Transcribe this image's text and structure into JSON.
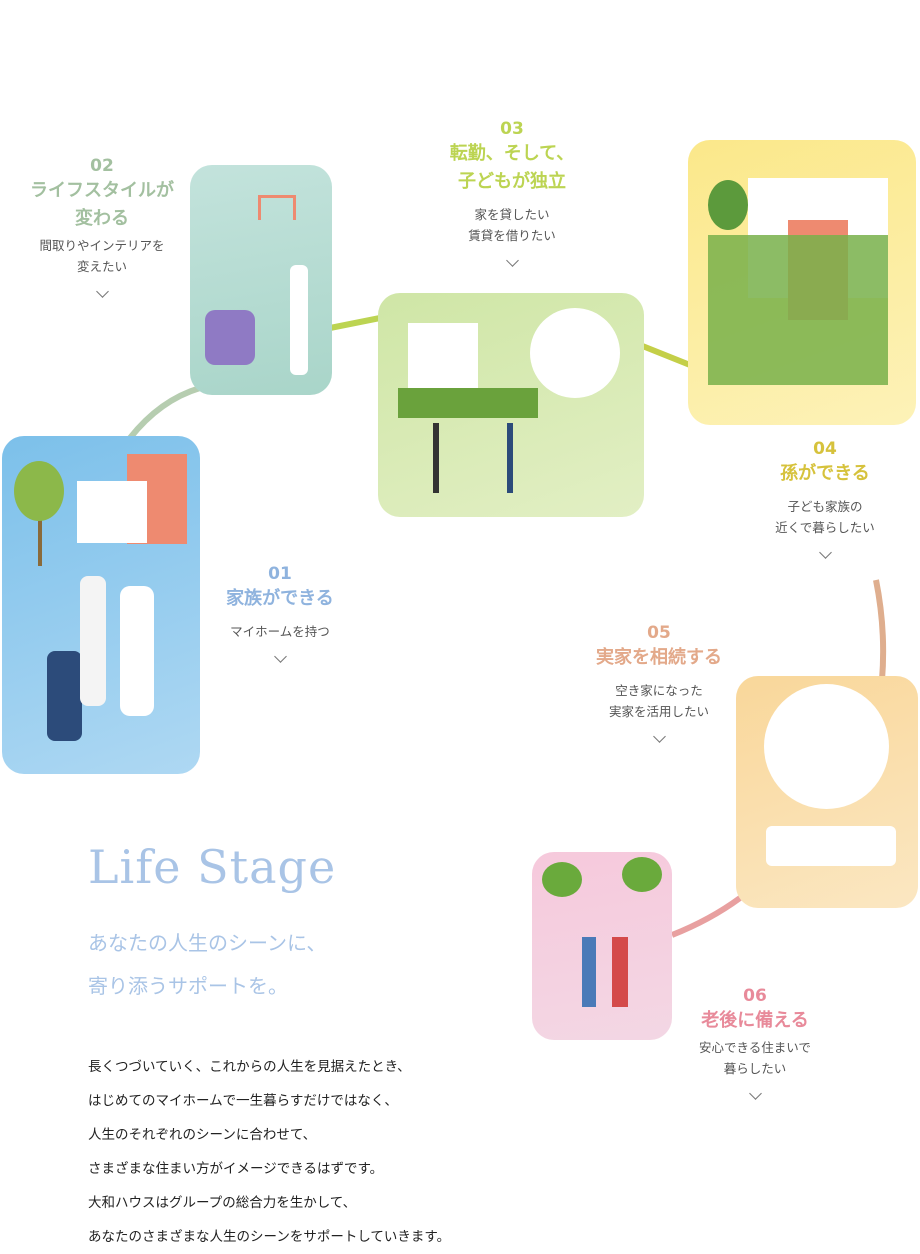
{
  "section": {
    "title": "Life Stage",
    "subtitle": [
      "あなたの人生のシーンに、",
      "寄り添うサポートを。"
    ],
    "body": [
      "長くつづいていく、これからの人生を見据えたとき、",
      "はじめてのマイホームで一生暮らすだけではなく、",
      "人生のそれぞれのシーンに合わせて、",
      "さまざまな住まい方がイメージできるはずです。",
      "大和ハウスはグループの総合力を生かして、",
      "あなたのさまざまな人生のシーンをサポートしていきます。"
    ]
  },
  "stages": [
    {
      "num": "01",
      "title": [
        "家族ができる"
      ],
      "desc": [
        "マイホームを持つ"
      ],
      "color": "#8fb3de"
    },
    {
      "num": "02",
      "title": [
        "ライフスタイルが",
        "変わる"
      ],
      "desc": [
        "間取りやインテリアを",
        "変えたい"
      ],
      "color": "#a3c0a0"
    },
    {
      "num": "03",
      "title": [
        "転勤、そして、",
        "子どもが独立"
      ],
      "desc": [
        "家を貸したい",
        "賃貸を借りたい"
      ],
      "color": "#bcd452"
    },
    {
      "num": "04",
      "title": [
        "孫ができる"
      ],
      "desc": [
        "子ども家族の",
        "近くで暮らしたい"
      ],
      "color": "#d6c23c"
    },
    {
      "num": "05",
      "title": [
        "実家を相続する"
      ],
      "desc": [
        "空き家になった",
        "実家を活用したい"
      ],
      "color": "#e3a98a"
    },
    {
      "num": "06",
      "title": [
        "老後に備える"
      ],
      "desc": [
        "安心できる住まいで",
        "暮らしたい"
      ],
      "color": "#e88a9a"
    }
  ]
}
